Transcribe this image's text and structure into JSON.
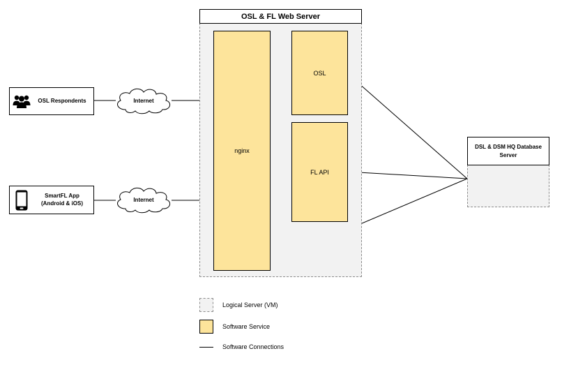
{
  "web_server": {
    "title": "OSL & FL Web Server"
  },
  "services": {
    "nginx": "nginx",
    "osl": "OSL",
    "fl_api": "FL API"
  },
  "clients": {
    "osl_respondents": {
      "label": "OSL Respondents",
      "icon": "users-icon"
    },
    "smartfl_app": {
      "label": "SmartFL App\n(Android & iOS)",
      "icon": "mobile-phone-icon"
    }
  },
  "clouds": {
    "top": "Internet",
    "bottom": "Internet"
  },
  "database_server": {
    "title": "DSL & DSM HQ Database Server"
  },
  "legend": {
    "logical_server": "Logical Server (VM)",
    "software_service": "Software Service",
    "software_connections": "Software Connections"
  },
  "colors": {
    "service_fill": "#fde49b",
    "vm_fill": "#f2f2f2",
    "vm_border": "#8c8c8c",
    "line": "#000000"
  }
}
